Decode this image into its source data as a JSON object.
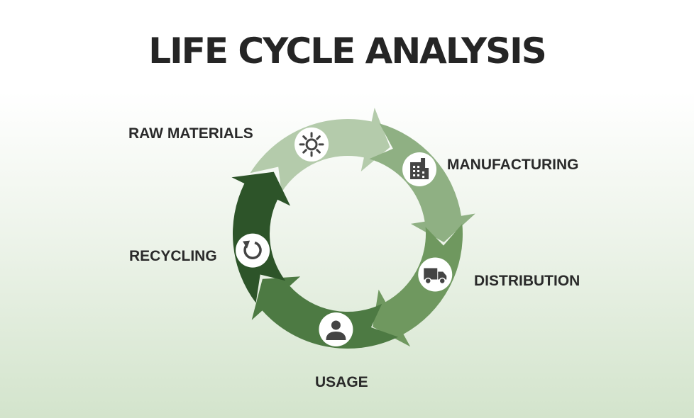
{
  "title": "LIFE CYCLE ANALYSIS",
  "stages": [
    {
      "label": "RAW MATERIALS",
      "icon": "sun-icon",
      "color": "#b4cbab"
    },
    {
      "label": "MANUFACTURING",
      "icon": "factory-icon",
      "color": "#8fb083"
    },
    {
      "label": "DISTRIBUTION",
      "icon": "truck-icon",
      "color": "#6f985f"
    },
    {
      "label": "USAGE",
      "icon": "person-icon",
      "color": "#4d7a43"
    },
    {
      "label": "RECYCLING",
      "icon": "recycle-icon",
      "color": "#2d5429"
    }
  ]
}
